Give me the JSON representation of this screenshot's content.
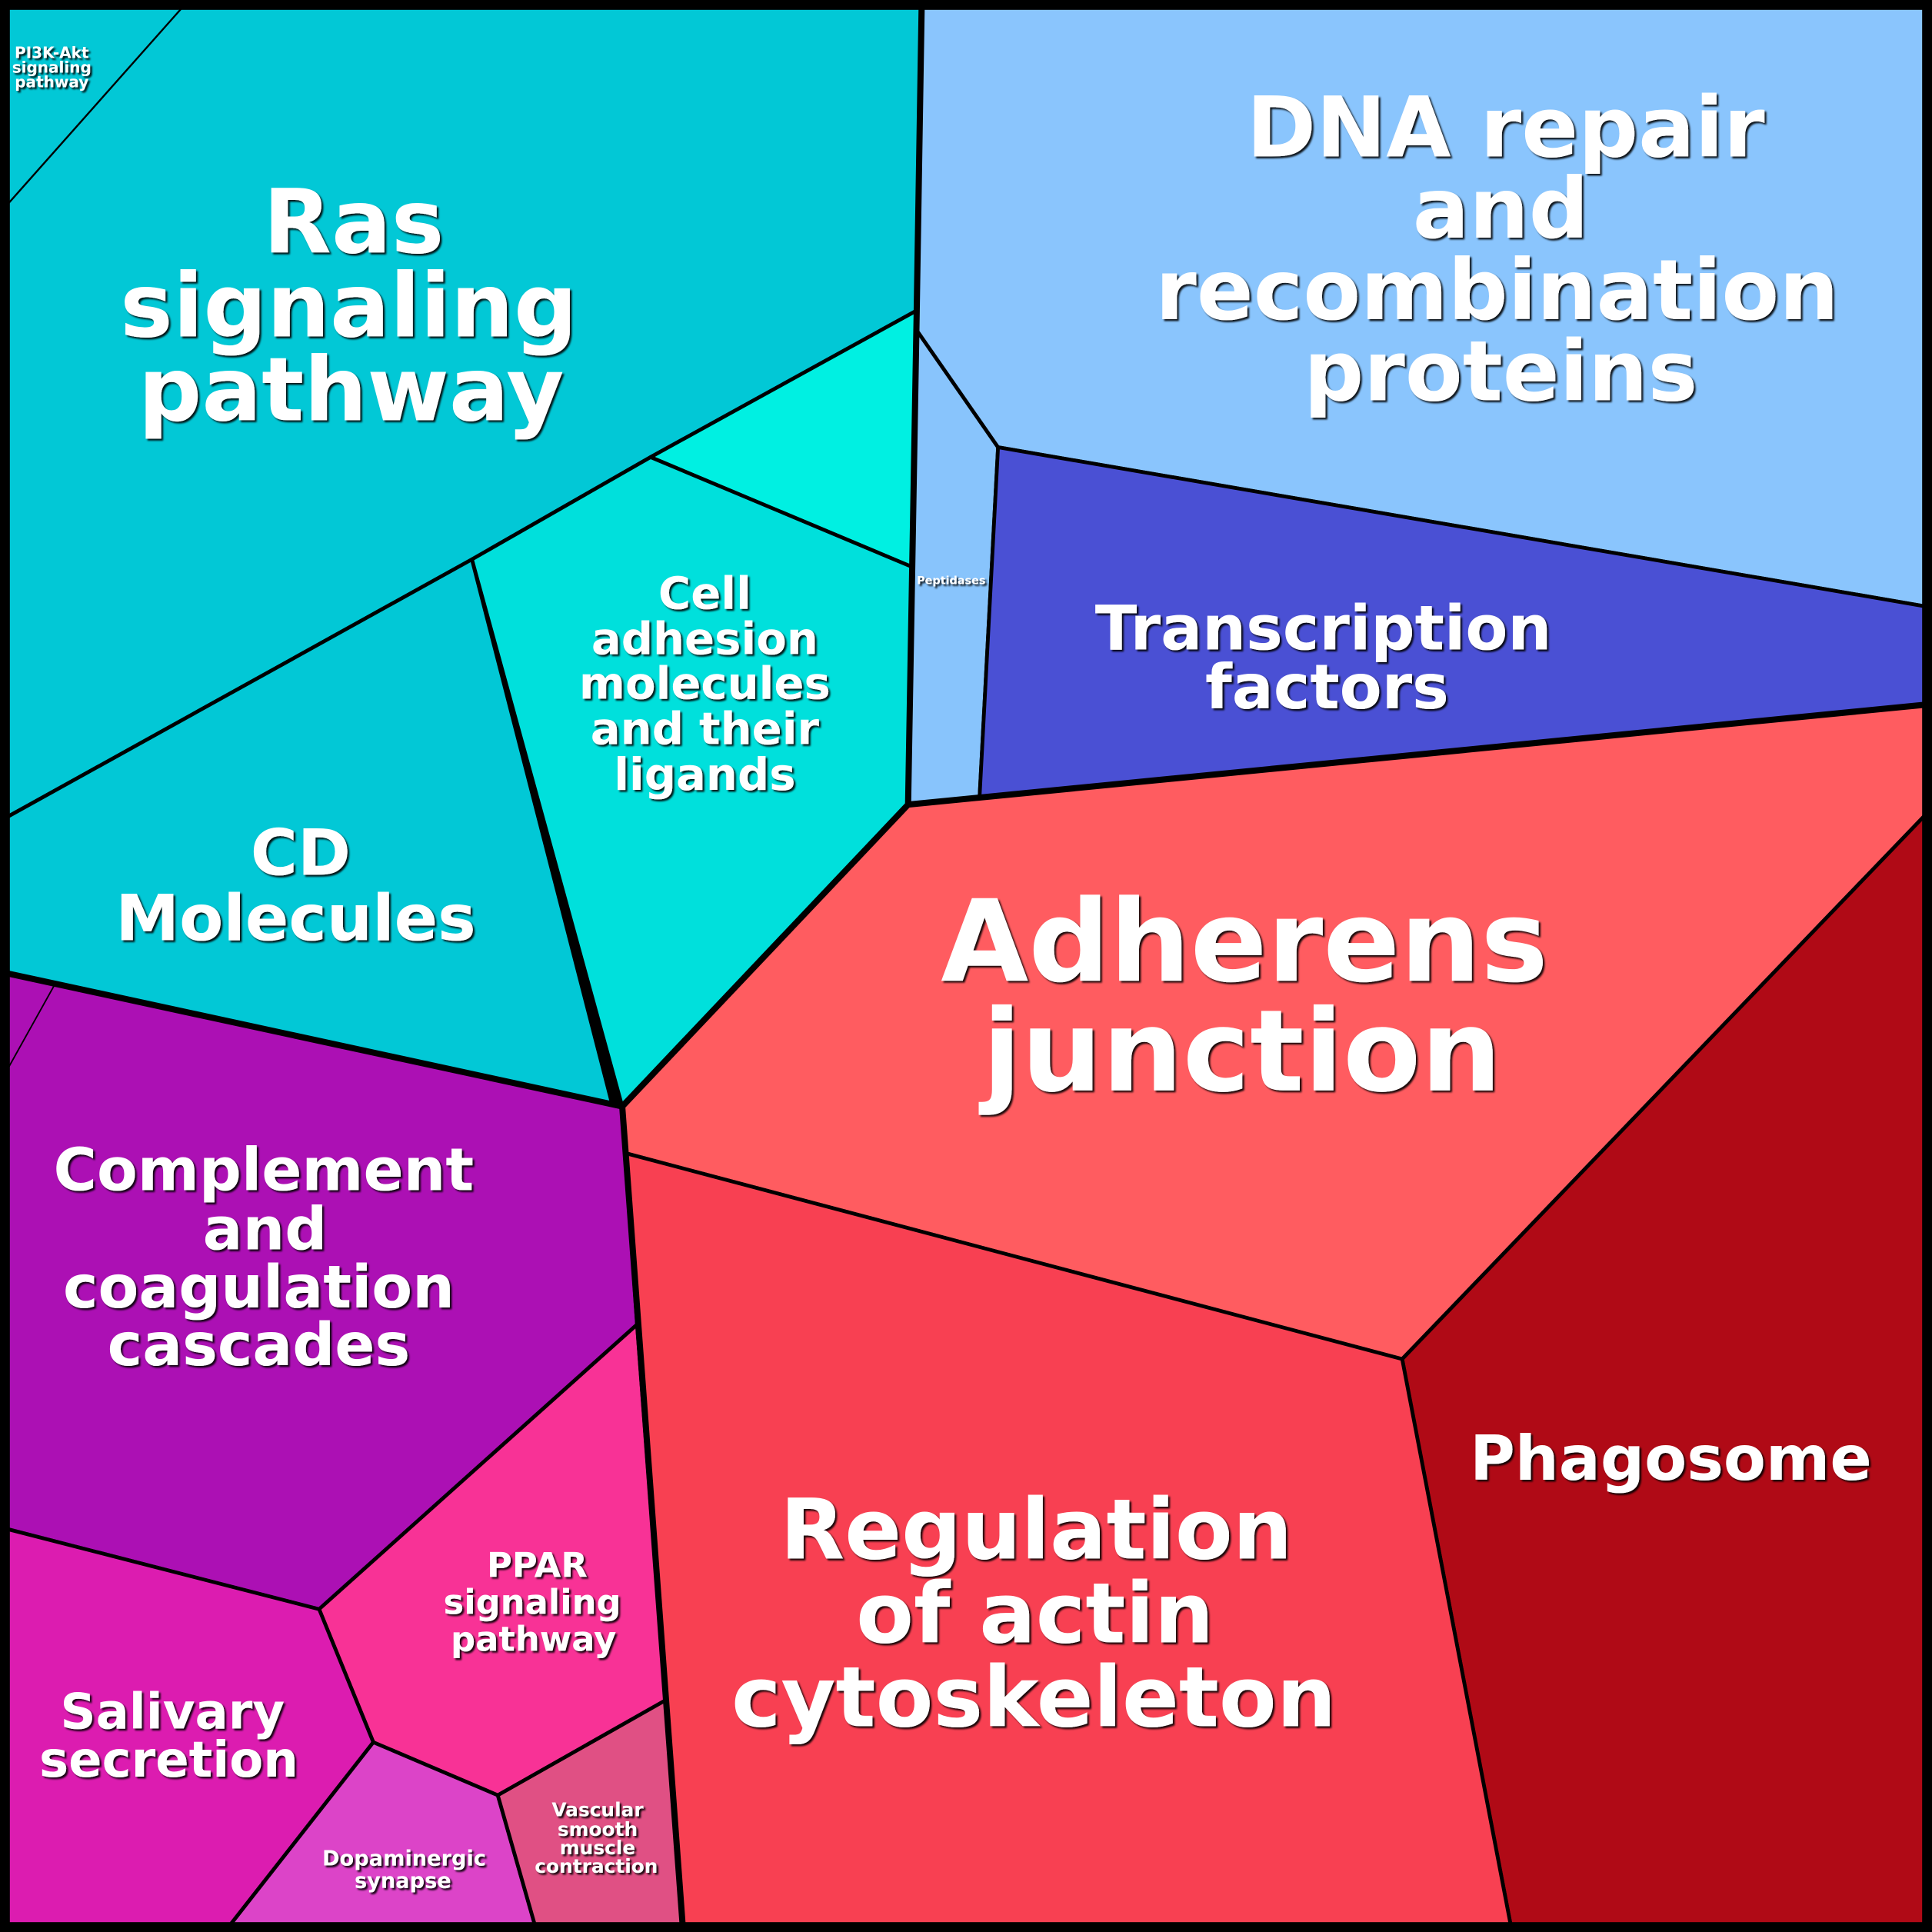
{
  "colors": {
    "ras": "#02c8d6",
    "cyan_bright": "#00f0e2",
    "cell_adhesion": "#00e0dc",
    "cd": "#02c8d6",
    "peptidases": "#88c4fc",
    "dna": "#8ac5fd",
    "tf": "#4a50d4",
    "adherens": "#ff5c60",
    "phagosome": "#b00a16",
    "actin": "#f84052",
    "complement": "#ac10b4",
    "ppar": "#f83296",
    "salivary": "#dc1cb0",
    "dopaminergic": "#dc44c8",
    "vascular": "#e05084"
  },
  "regions": {
    "pi3k": [
      "PI3K-Akt",
      "signaling",
      "pathway"
    ],
    "ras": [
      "Ras",
      "signaling",
      "pathway"
    ],
    "cell_adhesion": [
      "Cell",
      "adhesion",
      "molecules",
      "and their",
      "ligands"
    ],
    "cd": [
      "CD",
      "Molecules"
    ],
    "peptidases": [
      "Peptidases"
    ],
    "dna": [
      "DNA repair",
      "and",
      "recombination",
      "proteins"
    ],
    "tf": [
      "Transcription",
      "factors"
    ],
    "adherens": [
      "Adherens",
      "junction"
    ],
    "phagosome": [
      "Phagosome"
    ],
    "actin": [
      "Regulation",
      "of actin",
      "cytoskeleton"
    ],
    "complement": [
      "Complement",
      "and",
      "coagulation",
      "cascades"
    ],
    "ppar": [
      "PPAR",
      "signaling",
      "pathway"
    ],
    "salivary": [
      "Salivary",
      "secretion"
    ],
    "dopaminergic": [
      "Dopaminergic",
      "synapse"
    ],
    "vascular": [
      "Vascular",
      "smooth",
      "muscle",
      "contraction"
    ]
  }
}
